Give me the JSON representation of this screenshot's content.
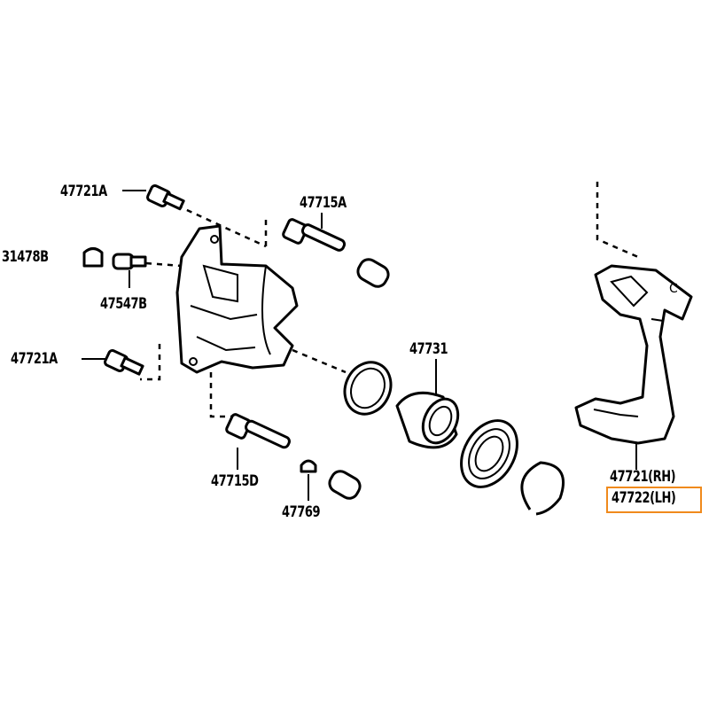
{
  "labels": {
    "bolt_top": "47721A",
    "bleeder_cap": "31478B",
    "bleeder_plug": "47547B",
    "bolt_bottom": "47721A",
    "pin_upper": "47715A",
    "piston": "47731",
    "pin_lower": "47715D",
    "bushing": "47769",
    "mounting_rh": "47721(RH)",
    "mounting_lh": "47722(LH)"
  },
  "highlight_color": "#f08a1c"
}
